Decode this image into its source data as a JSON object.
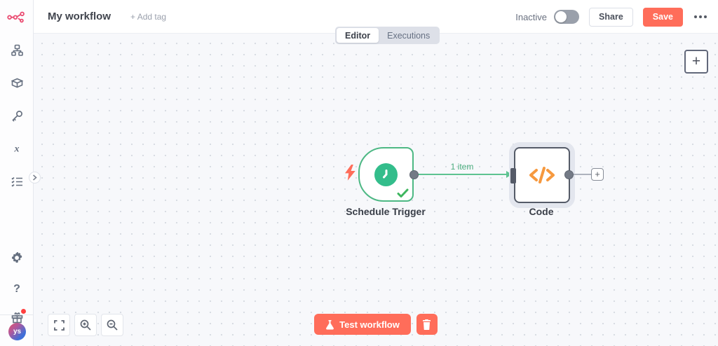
{
  "header": {
    "title": "My workflow",
    "add_tag": "+ Add tag",
    "activation_status": "Inactive",
    "share": "Share",
    "save": "Save"
  },
  "tabs": [
    {
      "label": "Editor",
      "active": true
    },
    {
      "label": "Executions",
      "active": false
    }
  ],
  "sidebar": {
    "avatar_initials": "ys",
    "icon_names": [
      "workflows-icon",
      "templates-icon",
      "credentials-icon",
      "variables-icon",
      "executions-icon",
      "settings-icon",
      "help-icon",
      "whats-new-icon"
    ]
  },
  "canvas": {
    "nodes": [
      {
        "label": "Schedule Trigger",
        "type": "schedule-trigger",
        "status": "success"
      },
      {
        "label": "Code",
        "type": "code",
        "selected": true
      }
    ],
    "connection": {
      "label": "1 item"
    },
    "add_node_glyph": "+",
    "add_next_glyph": "+"
  },
  "controls": {
    "test_workflow": "Test workflow"
  },
  "colors": {
    "primary": "#ff6d5a",
    "brand": "#ea4b71",
    "success": "#4db884",
    "canvas_bg": "#f7f8fb"
  }
}
